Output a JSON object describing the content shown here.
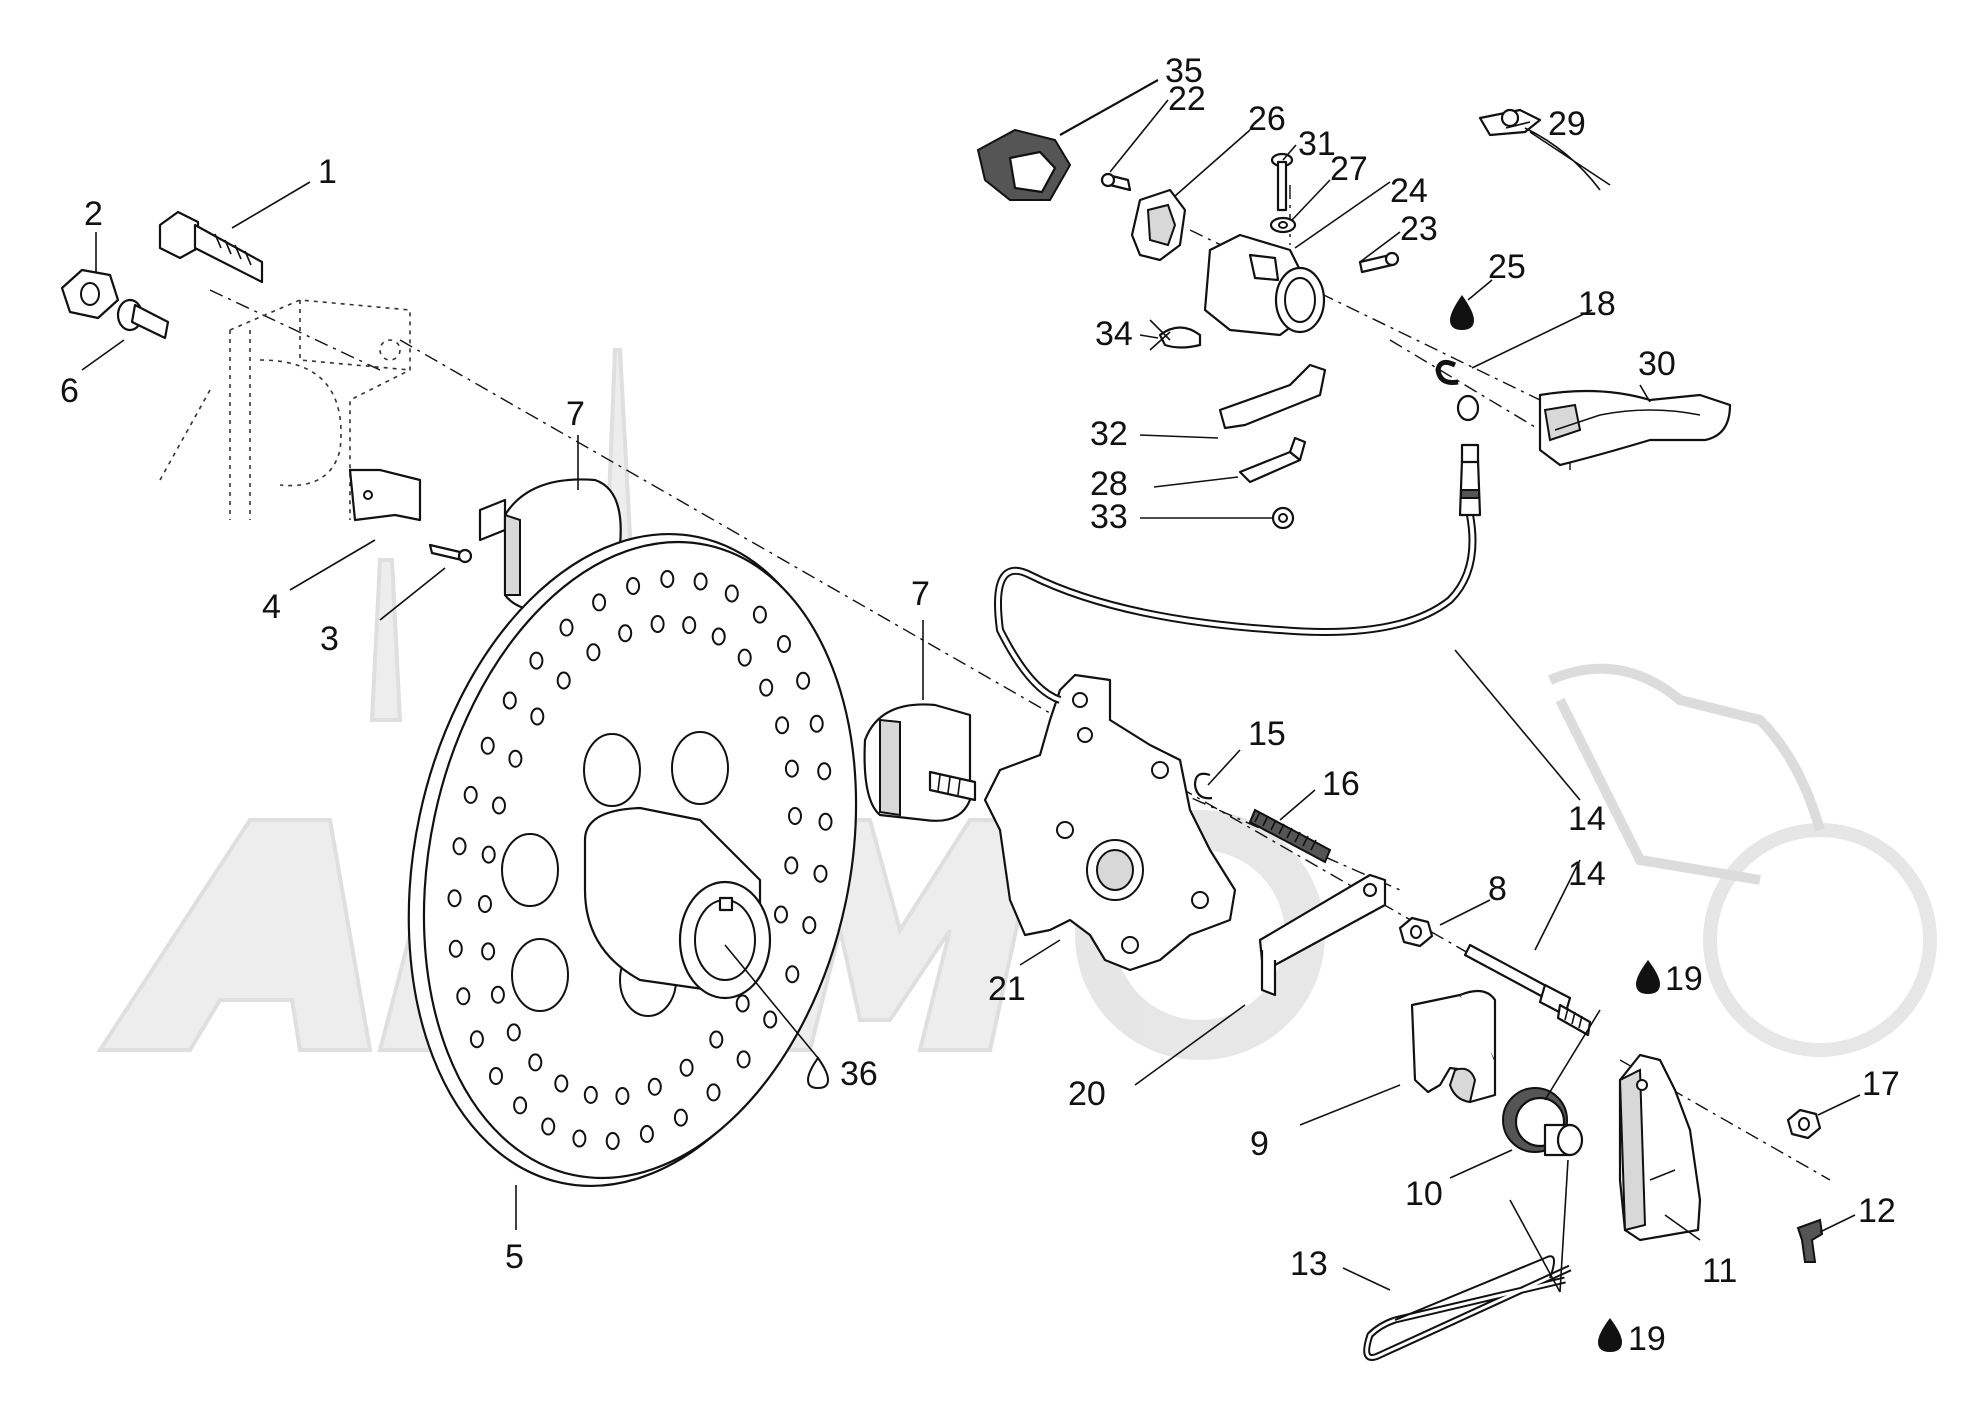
{
  "diagram": {
    "watermark": "AllMoto",
    "callouts": [
      {
        "id": "c1",
        "label": "1"
      },
      {
        "id": "c2",
        "label": "2"
      },
      {
        "id": "c3",
        "label": "3"
      },
      {
        "id": "c4",
        "label": "4"
      },
      {
        "id": "c5",
        "label": "5"
      },
      {
        "id": "c6",
        "label": "6"
      },
      {
        "id": "c7a",
        "label": "7"
      },
      {
        "id": "c7b",
        "label": "7"
      },
      {
        "id": "c8",
        "label": "8"
      },
      {
        "id": "c9",
        "label": "9"
      },
      {
        "id": "c10",
        "label": "10"
      },
      {
        "id": "c11",
        "label": "11"
      },
      {
        "id": "c12",
        "label": "12"
      },
      {
        "id": "c13",
        "label": "13"
      },
      {
        "id": "c14a",
        "label": "14"
      },
      {
        "id": "c14b",
        "label": "14"
      },
      {
        "id": "c15",
        "label": "15"
      },
      {
        "id": "c16",
        "label": "16"
      },
      {
        "id": "c17",
        "label": "17"
      },
      {
        "id": "c18",
        "label": "18"
      },
      {
        "id": "c19a",
        "label": "19"
      },
      {
        "id": "c19b",
        "label": "19"
      },
      {
        "id": "c20",
        "label": "20"
      },
      {
        "id": "c21",
        "label": "21"
      },
      {
        "id": "c22",
        "label": "22"
      },
      {
        "id": "c23",
        "label": "23"
      },
      {
        "id": "c24",
        "label": "24"
      },
      {
        "id": "c25",
        "label": "25"
      },
      {
        "id": "c26",
        "label": "26"
      },
      {
        "id": "c27",
        "label": "27"
      },
      {
        "id": "c28",
        "label": "28"
      },
      {
        "id": "c29",
        "label": "29"
      },
      {
        "id": "c30",
        "label": "30"
      },
      {
        "id": "c31",
        "label": "31"
      },
      {
        "id": "c32",
        "label": "32"
      },
      {
        "id": "c33",
        "label": "33"
      },
      {
        "id": "c34",
        "label": "34"
      },
      {
        "id": "c35",
        "label": "35"
      },
      {
        "id": "c36",
        "label": "36"
      }
    ],
    "lubricant_icon": "oil-drop-icon"
  }
}
